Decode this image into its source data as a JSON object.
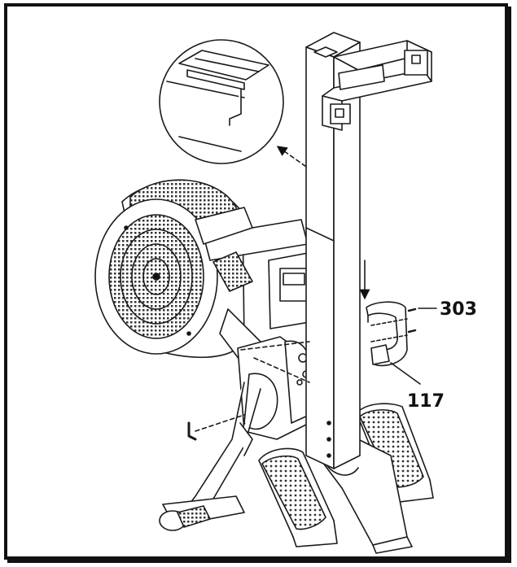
{
  "diagram": {
    "callouts": [
      {
        "id": "303",
        "text": "303"
      },
      {
        "id": "117",
        "text": "117"
      }
    ],
    "colors": {
      "line": "#1a1a1a",
      "fill": "#ffffff",
      "mesh": "#555555",
      "frame": "#111111"
    }
  }
}
